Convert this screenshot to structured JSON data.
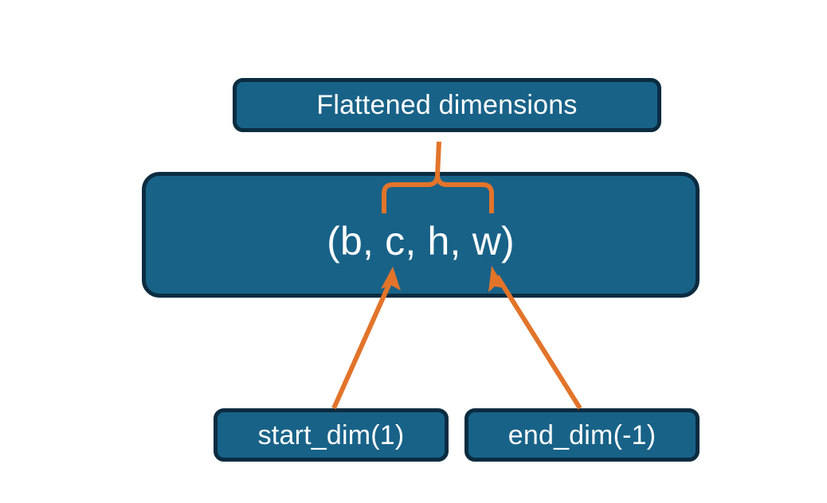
{
  "diagram": {
    "title_node": {
      "label": "Flattened dimensions",
      "icon": "rounded-rect-node"
    },
    "shape_node": {
      "label": "(b, c, h, w)",
      "icon": "rounded-rect-node"
    },
    "start_node": {
      "label": "start_dim(1)",
      "icon": "rounded-rect-node"
    },
    "end_node": {
      "label": "end_dim(-1)",
      "icon": "rounded-rect-node"
    },
    "connectors": {
      "brace": {
        "name": "curly-brace-up-icon",
        "spans": "c, h, w",
        "points_to": "Flattened dimensions"
      },
      "start_arrow": {
        "name": "arrow-up-right-icon",
        "from": "start_dim(1)",
        "to": "c"
      },
      "end_arrow": {
        "name": "arrow-up-left-icon",
        "from": "end_dim(-1)",
        "to": "w"
      }
    },
    "colors": {
      "node_fill": "#186288",
      "node_border": "#0b2c40",
      "accent": "#E2742A",
      "text": "#ffffff",
      "background": "#ffffff"
    }
  }
}
